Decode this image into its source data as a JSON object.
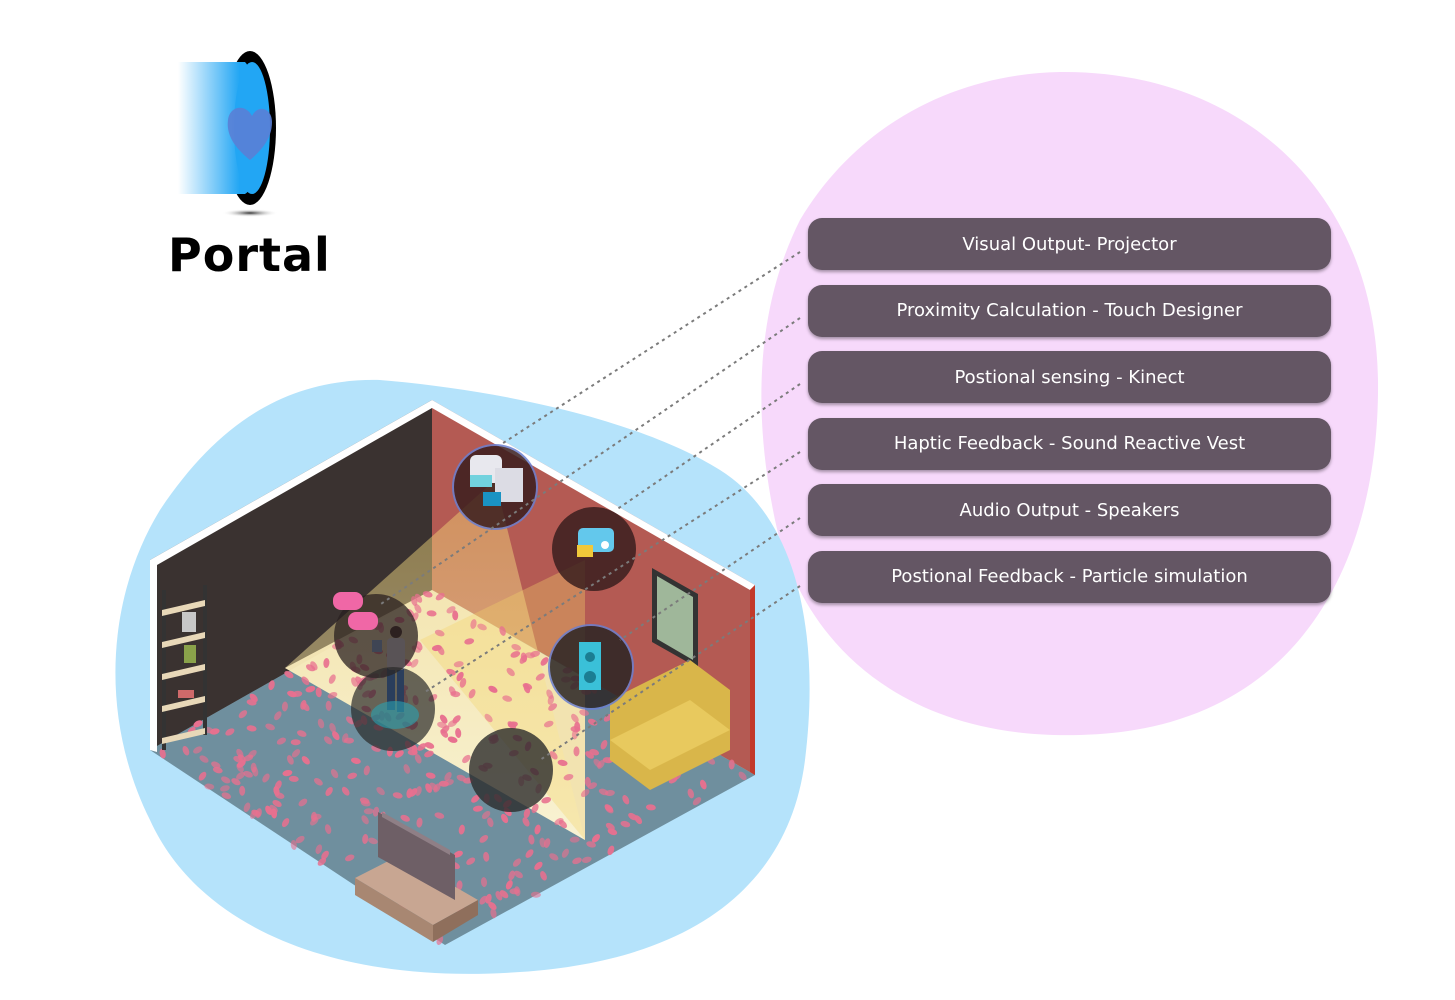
{
  "logo": {
    "name": "Portal",
    "icon": "portal-heart-icon"
  },
  "components": [
    {
      "label": "Visual Output- Projector",
      "icon": "projector-icon"
    },
    {
      "label": "Proximity Calculation - Touch Designer",
      "icon": "chat-bubbles-icon"
    },
    {
      "label": "Postional sensing - Kinect",
      "icon": "kinect-sensor-icon"
    },
    {
      "label": "Haptic Feedback - Sound Reactive Vest",
      "icon": "person-vest-icon"
    },
    {
      "label": "Audio Output - Speakers",
      "icon": "speaker-icon"
    },
    {
      "label": "Postional Feedback - Particle simulation",
      "icon": "particles-icon"
    }
  ],
  "colors": {
    "blue_blob": "#b5e3fb",
    "pink_blob": "#f7d9fb",
    "label_bg": "#645664",
    "left_wall": "#3a3230",
    "right_wall": "#b45a53",
    "floor": "#6f8f9e",
    "petal": "#e8708f",
    "light_cone": "#f3e07a"
  }
}
